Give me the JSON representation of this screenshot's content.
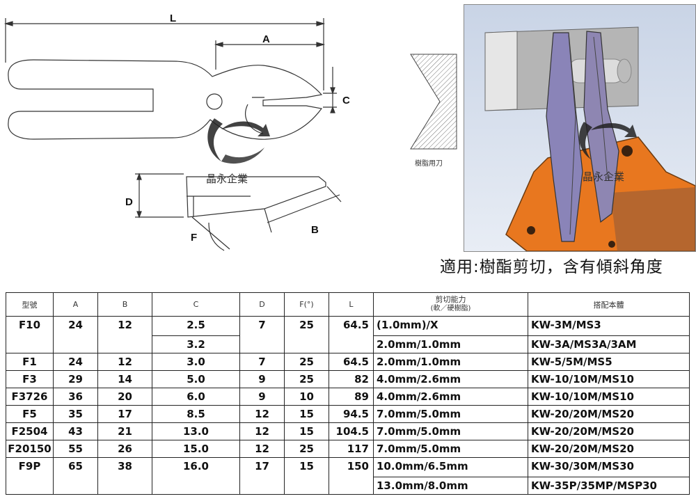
{
  "drawing": {
    "dim_labels": {
      "L": "L",
      "A": "A",
      "C": "C",
      "D": "D",
      "F": "F",
      "B": "B"
    },
    "watermark_text": "晶永企業",
    "blade_profile_label": "樹脂用刀"
  },
  "render": {
    "watermark_text": "晶永企業",
    "caption": "適用:樹酯剪切，含有傾斜角度"
  },
  "table": {
    "headers": {
      "model": "型號",
      "a": "A",
      "b": "B",
      "c": "C",
      "d": "D",
      "f": "F(°)",
      "l": "L",
      "capacity": "剪切能力",
      "capacity_sub": "(軟／硬樹脂)",
      "body": "搭配本體"
    },
    "rows": [
      {
        "model": "F10",
        "a": "24",
        "b": "12",
        "c1": "2.5",
        "c2": "3.2",
        "d": "7",
        "f": "25",
        "l": "64.5",
        "cap1": "(1.0mm)/X",
        "cap2": "2.0mm/1.0mm",
        "body1": "KW-3M/MS3",
        "body2": "KW-3A/MS3A/3AM"
      },
      {
        "model": "F1",
        "a": "24",
        "b": "12",
        "c": "3.0",
        "d": "7",
        "f": "25",
        "l": "64.5",
        "cap": "2.0mm/1.0mm",
        "body": "KW-5/5M/MS5"
      },
      {
        "model": "F3",
        "a": "29",
        "b": "14",
        "c": "5.0",
        "d": "9",
        "f": "25",
        "l": "82",
        "cap": "4.0mm/2.6mm",
        "body": "KW-10/10M/MS10"
      },
      {
        "model": "F3726",
        "a": "36",
        "b": "20",
        "c": "6.0",
        "d": "9",
        "f": "10",
        "l": "89",
        "cap": "4.0mm/2.6mm",
        "body": "KW-10/10M/MS10"
      },
      {
        "model": "F5",
        "a": "35",
        "b": "17",
        "c": "8.5",
        "d": "12",
        "f": "15",
        "l": "94.5",
        "cap": "7.0mm/5.0mm",
        "body": "KW-20/20M/MS20"
      },
      {
        "model": "F2504",
        "a": "43",
        "b": "21",
        "c": "13.0",
        "d": "12",
        "f": "15",
        "l": "104.5",
        "cap": "7.0mm/5.0mm",
        "body": "KW-20/20M/MS20"
      },
      {
        "model": "F20150",
        "a": "55",
        "b": "26",
        "c": "15.0",
        "d": "12",
        "f": "25",
        "l": "117",
        "cap": "7.0mm/5.0mm",
        "body": "KW-20/20M/MS20"
      },
      {
        "model": "F9P",
        "a": "65",
        "b": "38",
        "c": "16.0",
        "d": "17",
        "f": "15",
        "l": "150",
        "cap1": "10.0mm/6.5mm",
        "cap2": "13.0mm/8.0mm",
        "body1": "KW-30/30M/MS30",
        "body2": "KW-35P/35MP/MSP30"
      }
    ]
  },
  "colors": {
    "orange": "#e8771f",
    "blade": "#8a84b8",
    "steel": "#bdbdbd",
    "ink": "#111111"
  }
}
